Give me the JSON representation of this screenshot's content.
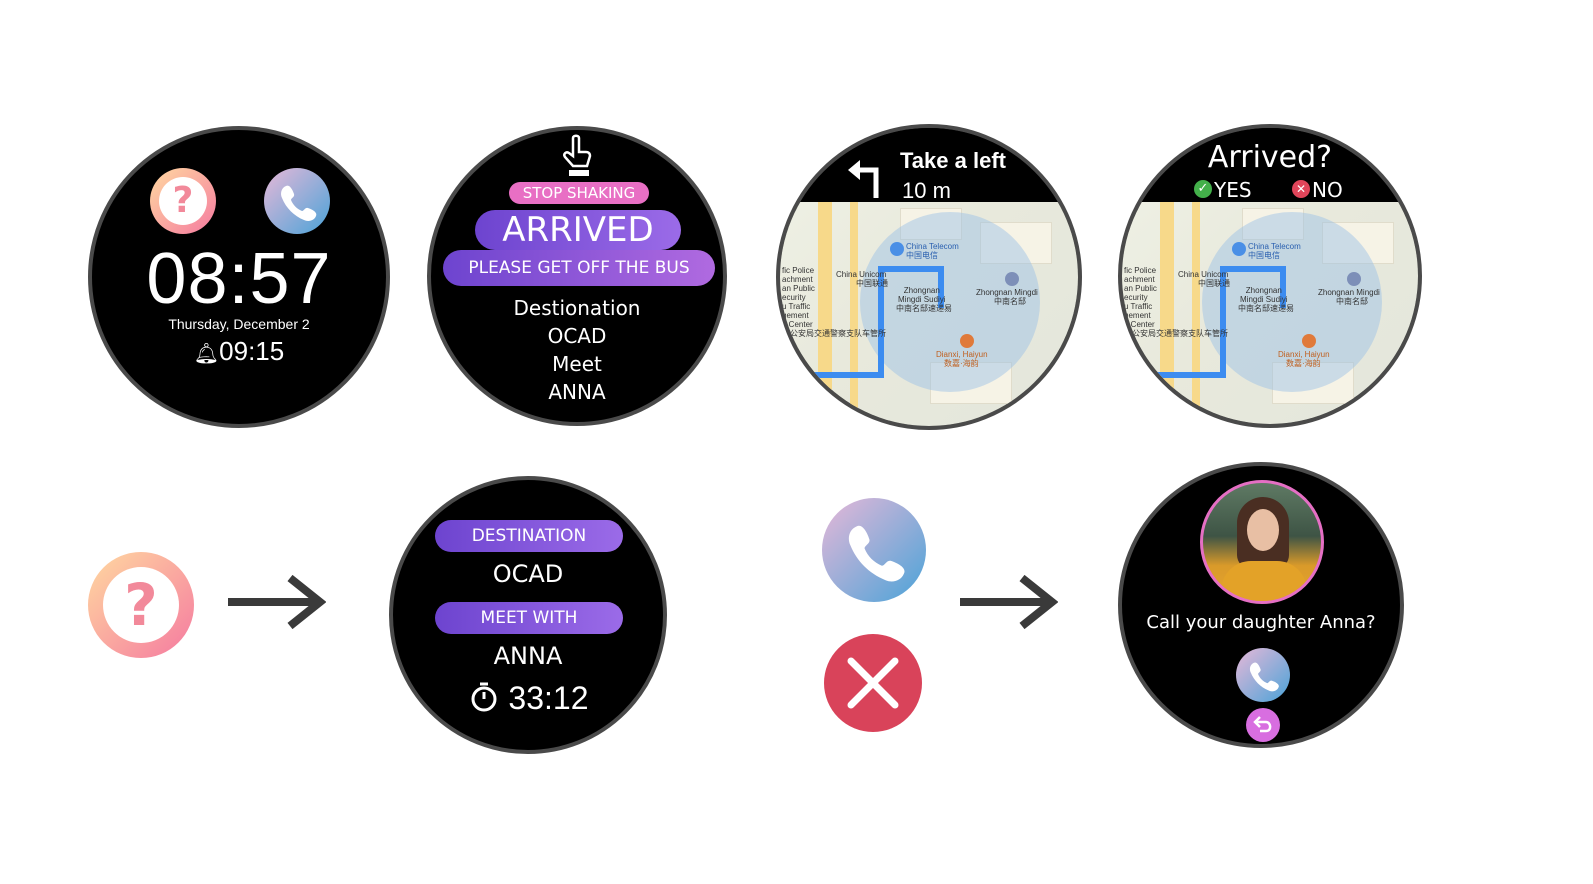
{
  "home": {
    "time": "08:57",
    "date": "Thursday, December 2",
    "alarm": "09:15",
    "help_icon": "question-icon",
    "call_icon": "phone-icon"
  },
  "arrived": {
    "stop_label": "STOP SHAKING",
    "title": "ARRIVED",
    "message": "PLEASE GET OFF THE BUS",
    "lines": [
      "Destionation",
      "OCAD",
      "Meet",
      "ANNA"
    ]
  },
  "nav": {
    "instruction": "Take a left",
    "distance": "10 m"
  },
  "map_labels": {
    "telecom": "China Telecom",
    "telecom_cn": "中国电信",
    "unicom": "China Unicom",
    "unicom_cn": "中国联通",
    "mingdi_a": "Zhongnan\nMingdi Sudiyi",
    "mingdi_a_cn": "中南名邸速递易",
    "mingdi_b": "Zhongnan Mingdi",
    "mingdi_b_cn": "中南名邸",
    "dianxi": "Dianxi, Haiyun",
    "dianxi_cn": "数嘉·海韵",
    "left_col": "fic Police\nachment\nan Public\necurity\nu Traffic\ngement\nn Center\n州公安局交通警察支队车管所",
    "left_col_b": "fic Police\nachment\nan Public\necurity\nu Traffic\ngement\nn Center\n州公安局交通警察支队车管所"
  },
  "confirm": {
    "question": "Arrived?",
    "yes": "YES",
    "no": "NO"
  },
  "info": {
    "destination_label": "DESTINATION",
    "destination": "OCAD",
    "meet_label": "MEET WITH",
    "meet": "ANNA",
    "timer": "33:12"
  },
  "call": {
    "prompt": "Call your daughter Anna?"
  },
  "colors": {
    "purple": "#7b4fd6",
    "pink": "#e86fc4",
    "help_gradient_start": "#ffc38a",
    "help_gradient_end": "#f57aa0",
    "cancel_red": "#d9435a"
  }
}
